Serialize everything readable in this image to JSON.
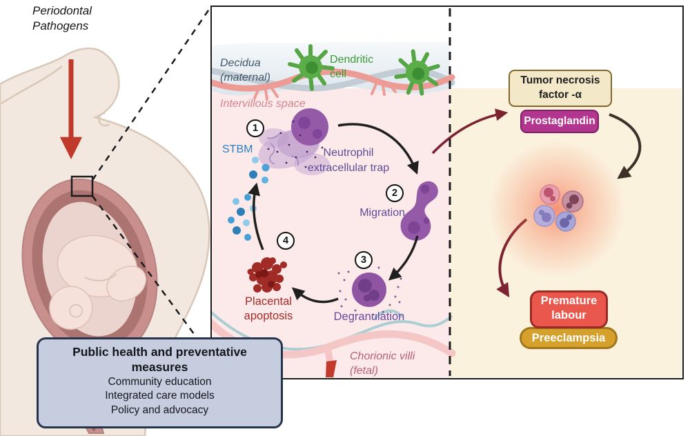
{
  "page": {
    "pathogens_label": {
      "line1": "Periodontal",
      "line2": "Pathogens"
    },
    "public_health_box": {
      "title_line1": "Public health and preventative",
      "title_line2": "measures",
      "items": [
        "Community education",
        "Integrated care models",
        "Policy and advocacy"
      ]
    }
  },
  "panel": {
    "decidua": {
      "line1": "Decidua",
      "line2": "(maternal)"
    },
    "intervillous_label": "Intervillous space",
    "dendritic": {
      "line1": "Dendritic",
      "line2": "cell"
    },
    "steps": [
      "1",
      "2",
      "3",
      "4"
    ],
    "stbm_label": "STBM",
    "net": {
      "line1": "Neutrophil",
      "line2": "extracellular trap"
    },
    "migration_label": "Migration",
    "degranulation_label": "Degranulation",
    "apoptosis": {
      "line1": "Placental",
      "line2": "apoptosis"
    },
    "chorionic": {
      "line1": "Chorionic villi",
      "line2": "(fetal)"
    },
    "tnf": {
      "line1": "Tumor necrosis",
      "line2": "factor -α"
    },
    "prostaglandin_label": "Prostaglandin",
    "premature": {
      "line1": "Premature",
      "line2": "labour"
    },
    "preeclampsia_label": "Preeclampsia"
  },
  "colors": {
    "panel_border": "#1b1b1b",
    "left_bg_pink": "#fce9e9",
    "right_bg_cream": "#fbf2de",
    "decidua_band": "#dde6ec",
    "purple_cell": "#9459a7",
    "purple_text": "#5d4b96",
    "stbm_blue": "#2d7fc1",
    "dendritic_green": "#55a545",
    "apoptosis_red": "#a32c26",
    "tnf_box_bg": "#f3e8c8",
    "tnf_box_border": "#80662a",
    "prostaglandin_bg": "#b23690",
    "premature_bg": "#ea574d",
    "preeclampsia_bg": "#d6a02c",
    "arrow_dark_red": "#7c2230",
    "arrow_black": "#1f1f1f",
    "pathogen_arrow_red": "#c0392b",
    "public_box_bg": "#c5cddf",
    "public_box_border": "#26334d",
    "body_skin": "#f2e8e0",
    "uterus_wall": "#c98f8c"
  }
}
